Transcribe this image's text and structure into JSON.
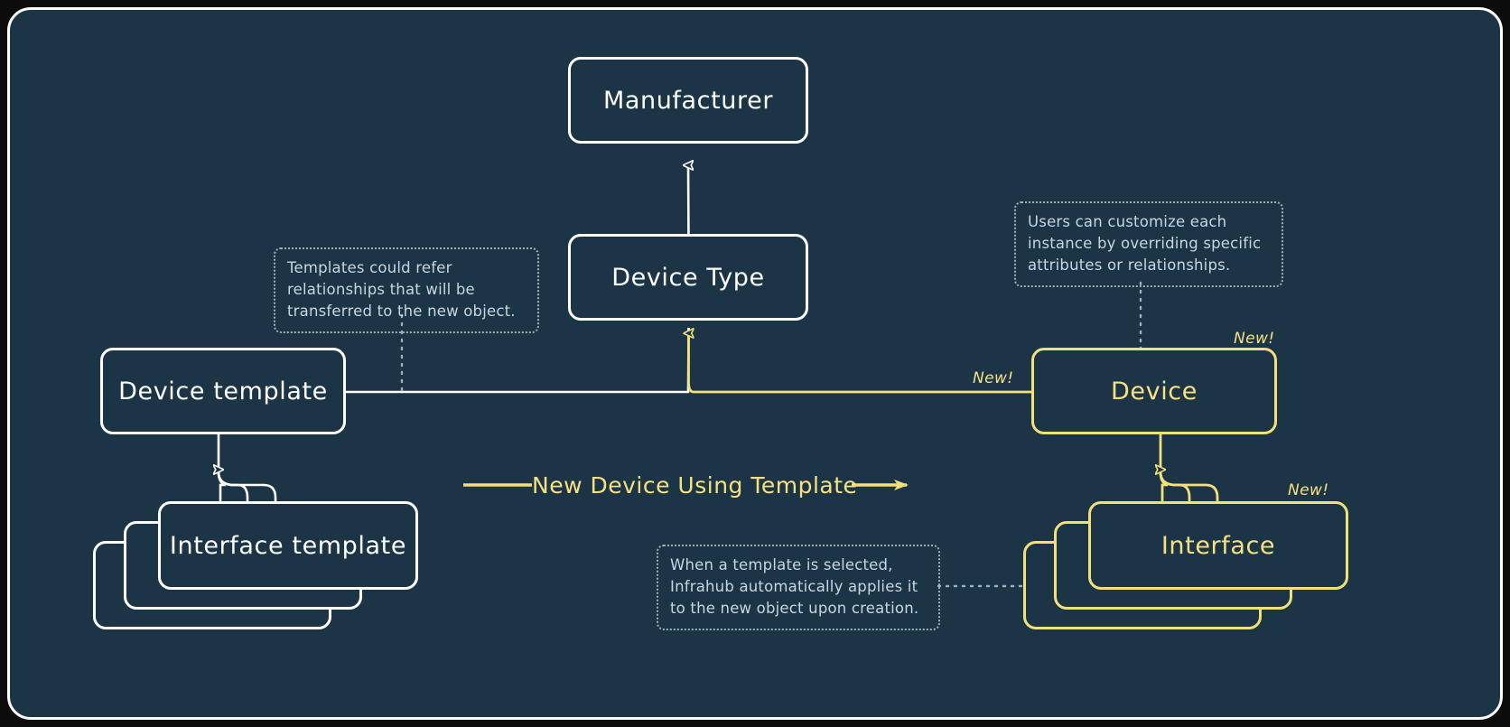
{
  "diagram": {
    "title": "New Device Using Template",
    "background_color": "#1b3446",
    "accent_color": "#f7e082",
    "line_color": "#ffffff"
  },
  "nodes": {
    "manufacturer": {
      "label": "Manufacturer"
    },
    "device_type": {
      "label": "Device Type"
    },
    "device_template": {
      "label": "Device template"
    },
    "interface_template": {
      "label": "Interface template"
    },
    "device": {
      "label": "Device"
    },
    "interface": {
      "label": "Interface"
    }
  },
  "notes": {
    "templates_refer": "Templates could refer\nrelationships that will be\ntransferred to the new object.",
    "users_customize": "Users can customize each\ninstance by overriding specific\nattributes or relationships.",
    "auto_apply": "When a template is selected,\nInfrahub automatically applies it\nto the new object upon creation."
  },
  "badges": {
    "new_link": "New!",
    "new_device": "New!",
    "new_interface": "New!"
  },
  "flow": {
    "label": "New Device Using Template"
  }
}
